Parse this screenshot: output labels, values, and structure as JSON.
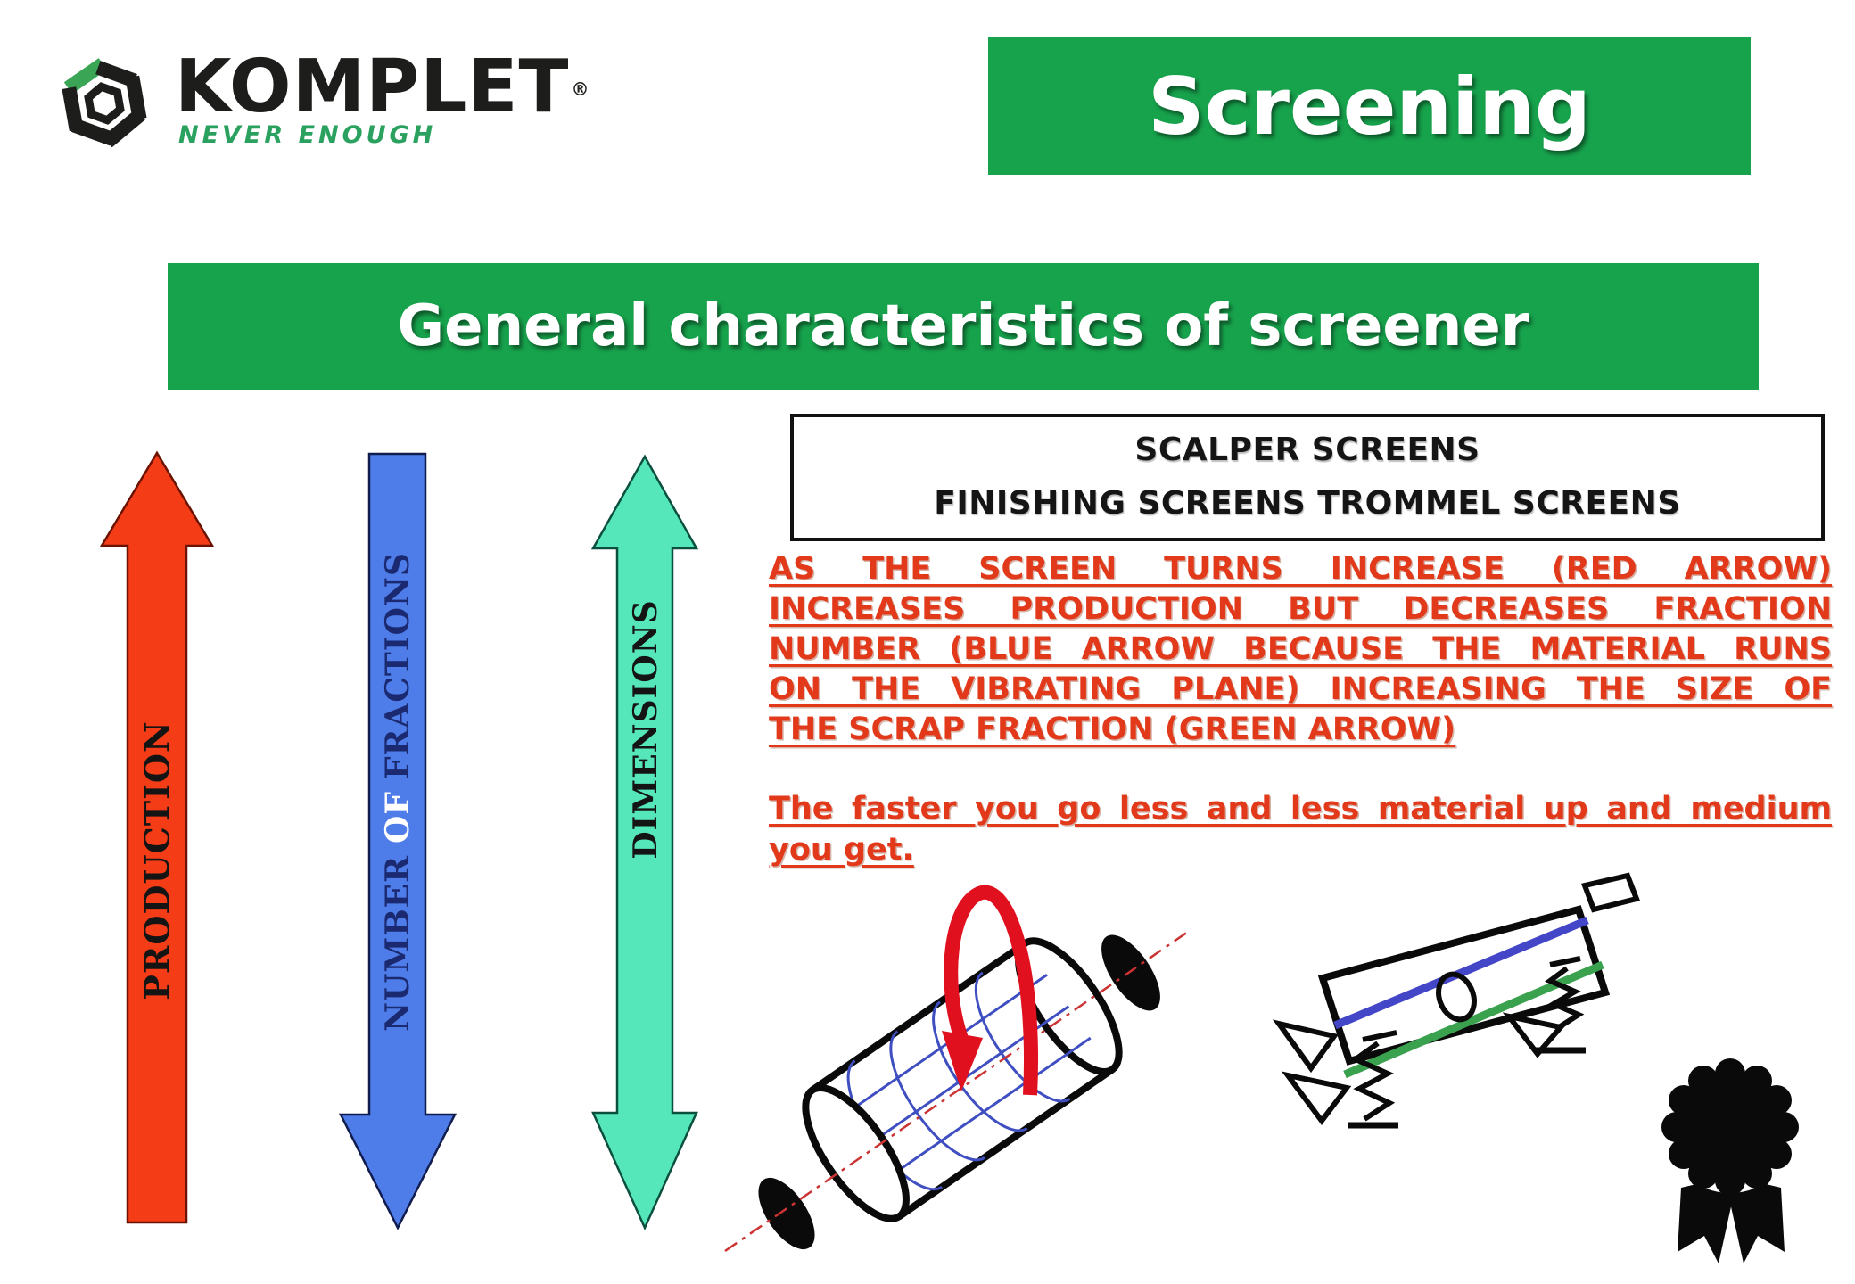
{
  "logo": {
    "brand": "KOMPLET",
    "registered": "®",
    "tagline": "NEVER ENOUGH",
    "brand_color": "#1d1d1b",
    "green": "#3aa655"
  },
  "header": {
    "title": "Screening",
    "banner_color": "#17a24c",
    "text_color": "#ffffff"
  },
  "section": {
    "title": "General characteristics of screener",
    "banner_color": "#17a24c"
  },
  "screen_types_box": {
    "line1": "SCALPER SCREENS",
    "line2": "FINISHING SCREENS TROMMEL SCREENS"
  },
  "body_text": {
    "color": "#e2391b",
    "paragraph1_lines": [
      "AS THE SCREEN TURNS INCREASE (RED ARROW)",
      "INCREASES PRODUCTION BUT DECREASES FRACTION",
      "NUMBER (BLUE ARROW BECAUSE THE MATERIAL RUNS",
      "ON THE VIBRATING PLANE) INCREASING THE SIZE OF",
      "THE SCRAP FRACTION (GREEN ARROW)"
    ],
    "paragraph2_lines": [
      "The faster you go less and less material up and medium",
      "you get."
    ]
  },
  "arrows": {
    "production": {
      "label": "PRODUCTION",
      "color": "#f43d17",
      "direction": "up"
    },
    "fractions": {
      "parts": [
        "NUMBER",
        "OF",
        "FRACTIONS"
      ],
      "color": "#4e7ce8",
      "direction": "down"
    },
    "dimensions": {
      "label": "DIMENSIONS",
      "color": "#55e7b9",
      "direction": "both"
    }
  },
  "diagrams": {
    "trommel": "rotating trommel screen drum with red rotation arrow and axis",
    "vibrating_screen": "inclined vibrating screen on springs with blue and green decks",
    "award": "black rosette award ribbon"
  }
}
